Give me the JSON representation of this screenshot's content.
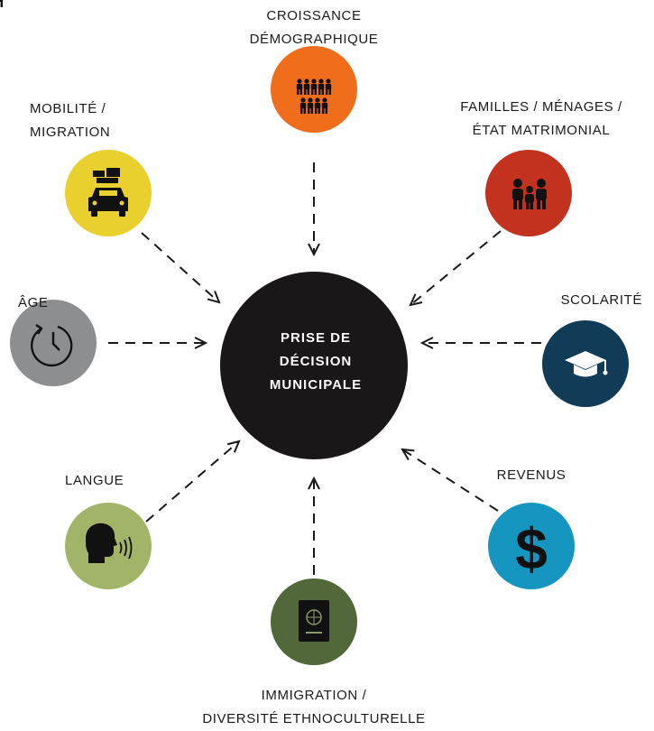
{
  "center": {
    "line1": "PRISE DE",
    "line2": "DÉCISION",
    "line3": "MUNICIPALE",
    "color": "#1a1718"
  },
  "nodes": {
    "croissance": {
      "line1": "CROISSANCE",
      "line2": "DÉMOGRAPHIQUE",
      "color": "#f06d1c",
      "icon": "people-group-icon"
    },
    "familles": {
      "line1": "FAMILLES / MÉNAGES /",
      "line2": "ÉTAT MATRIMONIAL",
      "color": "#c2321f",
      "icon": "family-icon"
    },
    "scolarite": {
      "line1": "SCOLARITÉ",
      "color": "#113b57",
      "icon": "graduation-cap-icon"
    },
    "revenus": {
      "line1": "REVENUS",
      "color": "#1496c1",
      "icon": "dollar-icon"
    },
    "immigration": {
      "line1": "IMMIGRATION /",
      "line2": "DIVERSITÉ ETHNOCULTURELLE",
      "color": "#53683a",
      "icon": "passport-icon"
    },
    "langue": {
      "line1": "LANGUE",
      "color": "#a2b467",
      "icon": "speaking-head-icon"
    },
    "age": {
      "line1": "ÂGE",
      "color": "#8d8e90",
      "icon": "clock-icon"
    },
    "mobilite": {
      "line1": "MOBILITÉ /",
      "line2": "MIGRATION",
      "color": "#ead02f",
      "icon": "loaded-car-icon"
    }
  }
}
